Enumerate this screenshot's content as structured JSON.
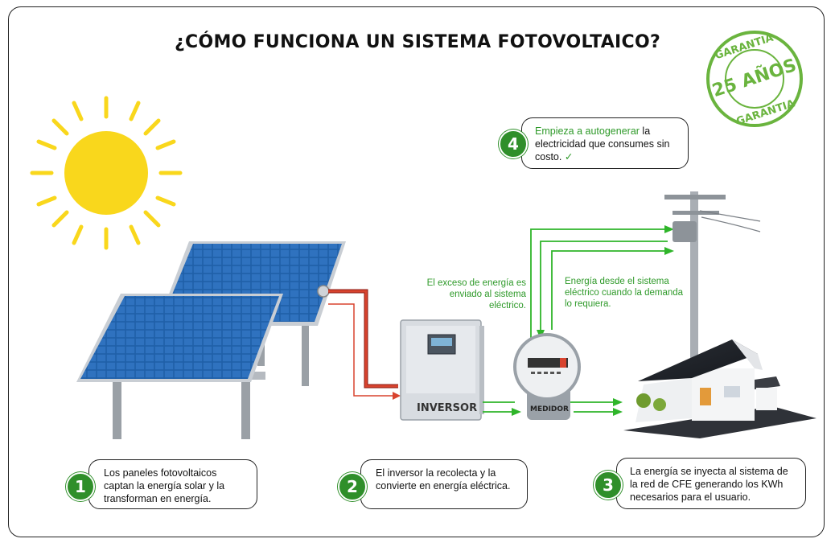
{
  "title": "¿CÓMO FUNCIONA UN SISTEMA FOTOVOLTAICO?",
  "badge": {
    "top": "GARANTIA",
    "center": "25 AÑOS",
    "bottom": "GARANTIA",
    "color": "#6ab43e"
  },
  "steps": [
    {
      "number": "1",
      "text": "Los paneles fotovoltaicos captan la energía solar y la transforman en energía."
    },
    {
      "number": "2",
      "text": "El inversor la recolecta y la convierte en energía eléctrica."
    },
    {
      "number": "3",
      "text": "La energía se inyecta al sistema de la red de CFE generando los KWh necesarios para el usuario."
    },
    {
      "number": "4",
      "highlight": "Empieza a autogenerar",
      "text": " la electricidad que consumes sin costo."
    }
  ],
  "notes": {
    "excess": "El exceso de energía es enviado al sistema eléctrico.",
    "demand": "Energía desde el sistema eléctrico cuando la demanda lo requiera."
  },
  "devices": {
    "inverter": "INVERSOR",
    "meter": "MEDIDOR"
  },
  "colors": {
    "accent_green": "#2f9a2a",
    "sun": "#f9d71c",
    "panel": "#1f5fa8",
    "red_flow": "#d8432e"
  }
}
